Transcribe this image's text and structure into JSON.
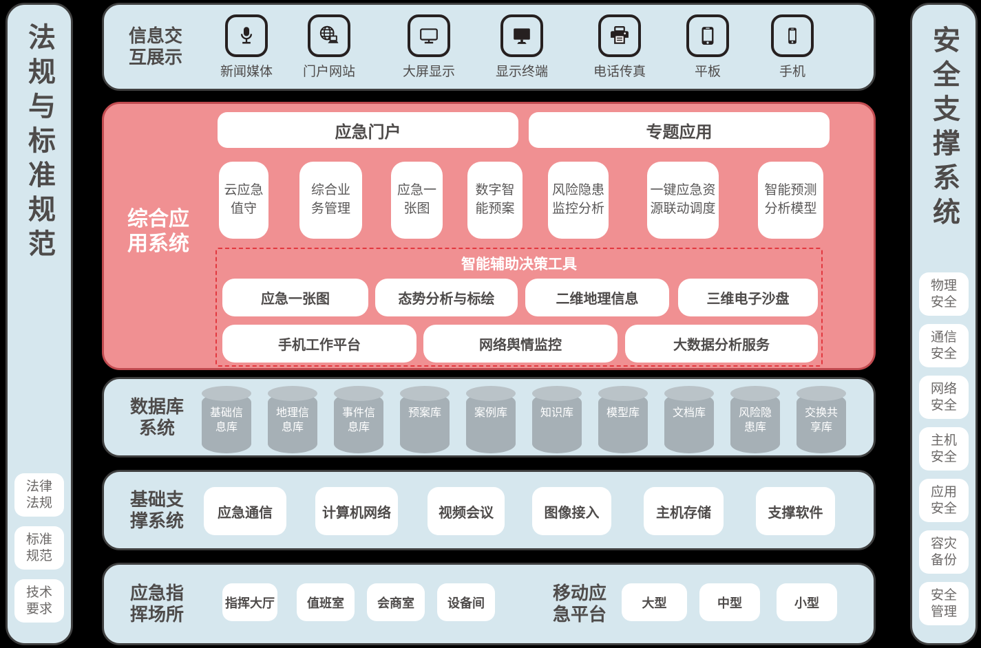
{
  "colors": {
    "background": "#000000",
    "panel_blue": "#d6e7ee",
    "panel_red": "#f09092",
    "dashed_red": "#e2383f",
    "cylinder_gray": "#a6b0b6",
    "text_dark": "#4e4b4a",
    "text_gray": "#595757",
    "box_white": "#ffffff"
  },
  "left_sidebar": {
    "title": "法规与标准规范",
    "items": [
      "法律法规",
      "标准规范",
      "技术要求"
    ]
  },
  "right_sidebar": {
    "title": "安全支撑系统",
    "items": [
      "物理安全",
      "通信安全",
      "网络安全",
      "主机安全",
      "应用安全",
      "容灾备份",
      "安全管理"
    ]
  },
  "info_display": {
    "label": "信息交互展示",
    "items": [
      {
        "icon": "microphone-icon",
        "label": "新闻媒体"
      },
      {
        "icon": "globe-laptop-icon",
        "label": "门户网站"
      },
      {
        "icon": "monitor-outline-icon",
        "label": "大屏显示"
      },
      {
        "icon": "monitor-filled-icon",
        "label": "显示终端"
      },
      {
        "icon": "fax-printer-icon",
        "label": "电话传真"
      },
      {
        "icon": "tablet-icon",
        "label": "平板"
      },
      {
        "icon": "phone-icon",
        "label": "手机"
      }
    ]
  },
  "application_system": {
    "label": "综合应用系统",
    "portal_header": "应急门户",
    "topic_header": "专题应用",
    "apps": [
      "云应急值守",
      "综合业务管理",
      "应急一张图",
      "数字智能预案",
      "风险隐患监控分析",
      "一键应急资源联动调度",
      "智能预测分析模型"
    ],
    "decision_tools": {
      "title": "智能辅助决策工具",
      "row1": [
        "应急一张图",
        "态势分析与标绘",
        "二维地理信息",
        "三维电子沙盘"
      ],
      "row2": [
        "手机工作平台",
        "网络舆情监控",
        "大数据分析服务"
      ]
    }
  },
  "database_system": {
    "label": "数据库系统",
    "databases": [
      "基础信息库",
      "地理信息库",
      "事件信息库",
      "预案库",
      "案例库",
      "知识库",
      "模型库",
      "文档库",
      "风险隐患库",
      "交换共享库"
    ]
  },
  "base_support": {
    "label": "基础支撑系统",
    "items": [
      "应急通信",
      "计算机网络",
      "视频会议",
      "图像接入",
      "主机存储",
      "支撑软件"
    ]
  },
  "command_sites": {
    "label": "应急指挥场所",
    "items": [
      "指挥大厅",
      "值班室",
      "会商室",
      "设备间"
    ]
  },
  "mobile_platform": {
    "label": "移动应急平台",
    "items": [
      "大型",
      "中型",
      "小型"
    ]
  }
}
